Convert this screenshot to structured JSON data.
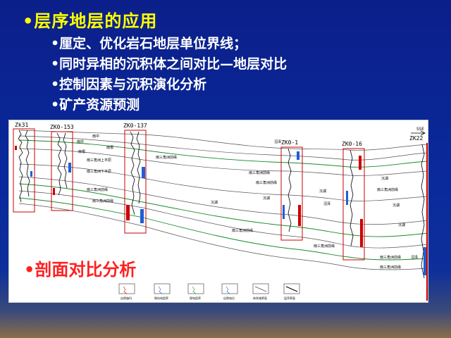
{
  "slide": {
    "title": "•层序地层的应用",
    "bullets": [
      "•厘定、优化岩石地层单位界线；",
      "•同时异相的沉积体之间对比—地层对比",
      "•控制因素与沉积演化分析",
      "•矿产资源预测"
    ],
    "heading2": "•剖面对比分析"
  },
  "figure": {
    "direction": "SSE",
    "wells": [
      "Zk31",
      "ZK0-153",
      "ZK0-137",
      "ZK0-1",
      "ZK0-16",
      "ZK22"
    ],
    "facies_labels": [
      "扇中",
      "扇中",
      "扇根",
      "扇根",
      "扇三角洲上平原",
      "扇三角洲下平原",
      "扇三角洲前缘",
      "扇三角洲前缘",
      "扇三角洲前缘",
      "沼泽",
      "沉湖",
      "扇三角洲前缘",
      "扇三角洲前缘",
      "沉湖",
      "沉湖",
      "扇三角洲前缘",
      "沼泽",
      "沉湖",
      "扇三角洲前缘",
      "沉湖",
      "扇三角洲前缘",
      "沉湖",
      "沼泽",
      "扇三角洲前缘",
      "扇三角洲前缘"
    ],
    "legend": [
      "自然伽玛",
      "侧向电阻率",
      "视电阻率",
      "自然电位",
      "体系域界面",
      "层序界面"
    ]
  }
}
